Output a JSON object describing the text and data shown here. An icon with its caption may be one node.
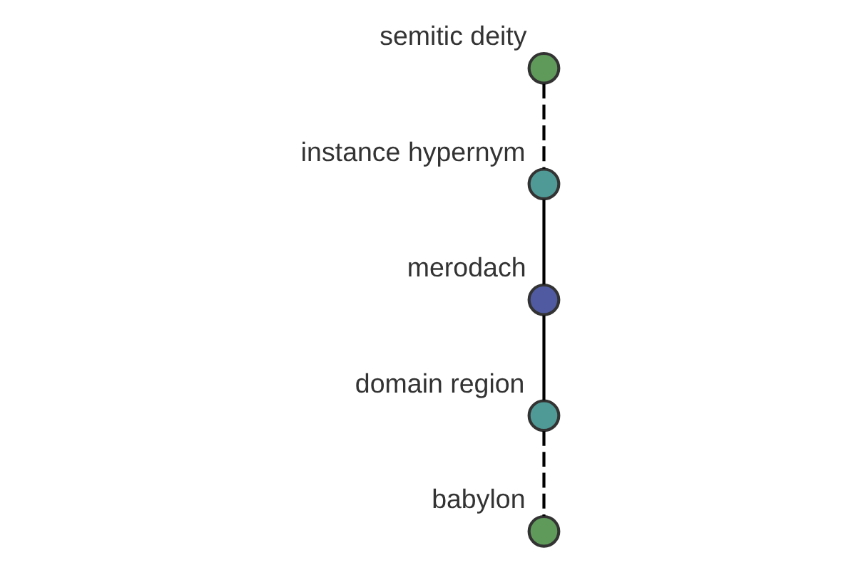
{
  "diagram": {
    "nodes": [
      {
        "text": [
          "semitic deity"
        ]
      },
      {
        "text": [
          "instance hypernym"
        ]
      },
      {
        "text": [
          "merodach"
        ]
      },
      {
        "text": [
          "domain region"
        ]
      },
      {
        "text": [
          "babylon"
        ]
      }
    ],
    "edges": [
      {
        "from": 0,
        "to": 1,
        "arrow": "none",
        "style": "dashed"
      },
      {
        "from": 1,
        "to": 2,
        "arrow": "none"
      },
      {
        "from": 2,
        "to": 3,
        "arrow": "none"
      },
      {
        "from": 3,
        "to": 4,
        "arrow": "none",
        "style": "dashed"
      }
    ]
  }
}
